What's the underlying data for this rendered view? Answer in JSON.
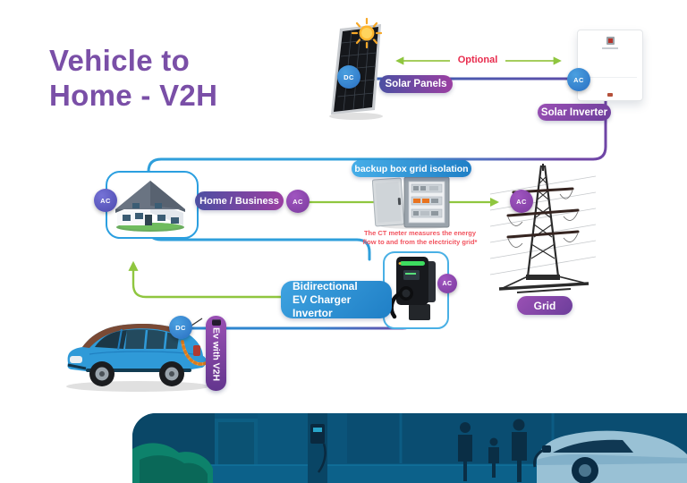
{
  "title": {
    "line1": "Vehicle to",
    "line2": "Home - V2H"
  },
  "labels": {
    "solar_panels": "Solar Panels",
    "solar_inverter": "Solar Inverter",
    "optional": "Optional",
    "backup_box": "backup box grid isolation",
    "home_business": "Home / Business",
    "grid": "Grid",
    "bidirectional_line1": "Bidirectional",
    "bidirectional_line2": "EV Charger Invertor",
    "ev_with_v2h": "Ev with V2H"
  },
  "badges": {
    "dc": "DC",
    "ac": "AC"
  },
  "caption": {
    "line1": "The CT meter measures the  energy",
    "line2": "flow to and from the electricity grid*"
  },
  "colors": {
    "title_purple": "#7a4fa7",
    "pill_purple_start": "#4c4fa2",
    "pill_purple_end": "#9b3fa2",
    "pill_blue": "#2e9bd6",
    "badge_blue": "#2e86cf",
    "badge_purple": "#8b44ad",
    "arrow_green": "#8fc63f",
    "optional_red": "#e82b4d",
    "caption_red": "#f2545f",
    "line_blue": "#2f9fdb",
    "line_purple": "#6f45a6",
    "cable_orange": "#f59b3c"
  }
}
